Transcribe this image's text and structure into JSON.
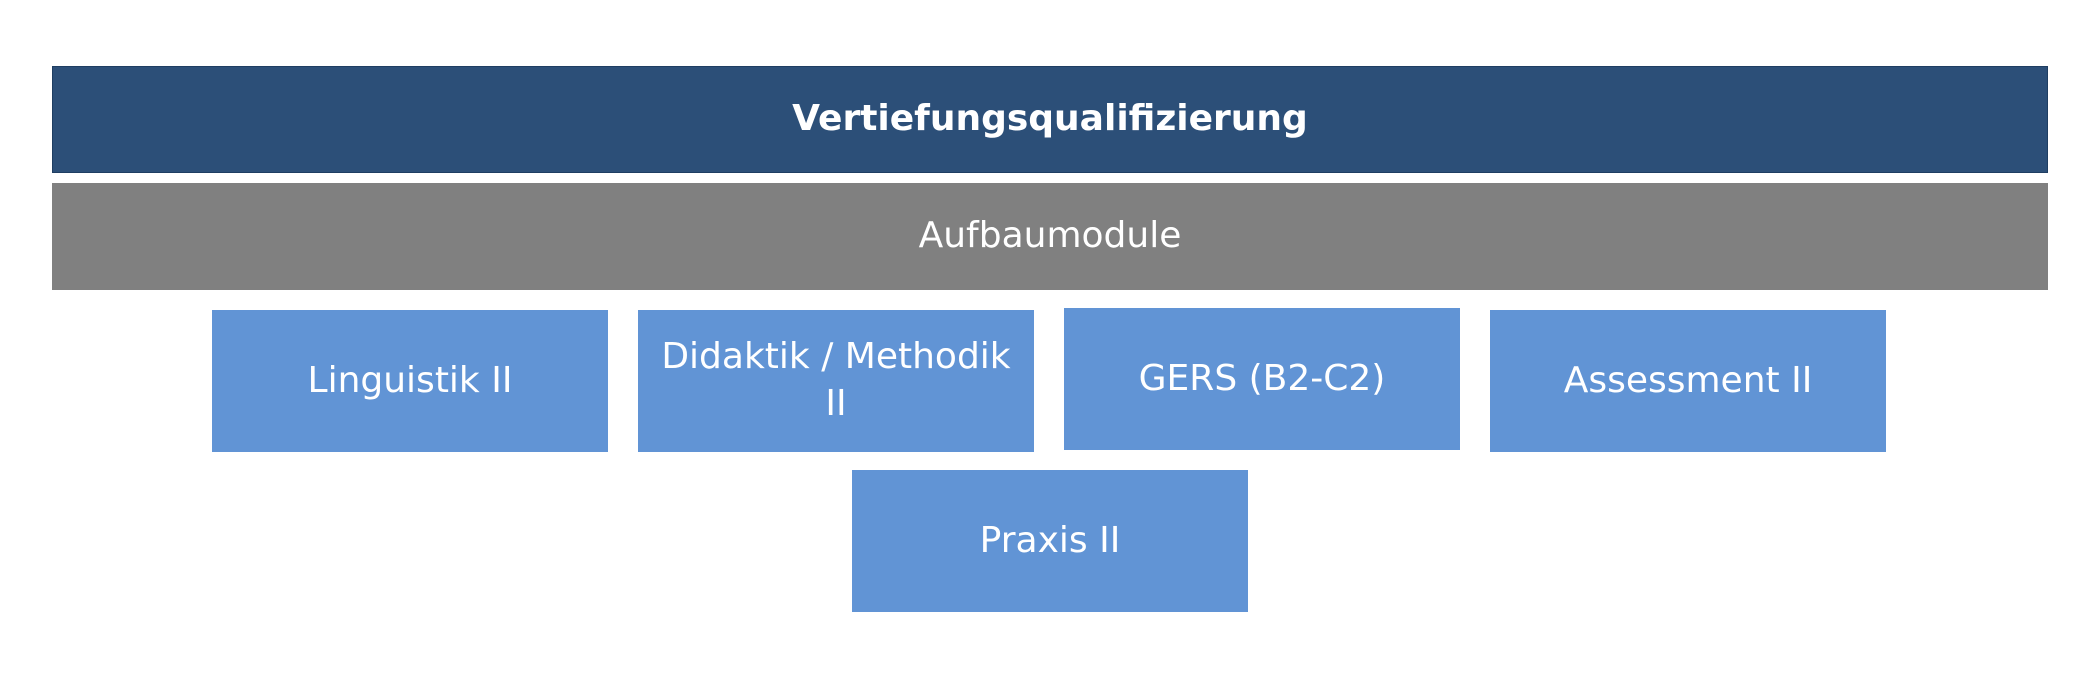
{
  "diagram": {
    "top_banner": "Vertiefungsqualifizierung",
    "middle_banner": "Aufbaumodule",
    "modules": [
      "Linguistik II",
      "Didaktik / Methodik II",
      "GERS (B2-C2)",
      "Assessment II",
      "Praxis II"
    ]
  },
  "colors": {
    "top_banner": "#2c4f78",
    "middle_banner": "#808080",
    "module": "#6194d5",
    "text": "#ffffff"
  }
}
